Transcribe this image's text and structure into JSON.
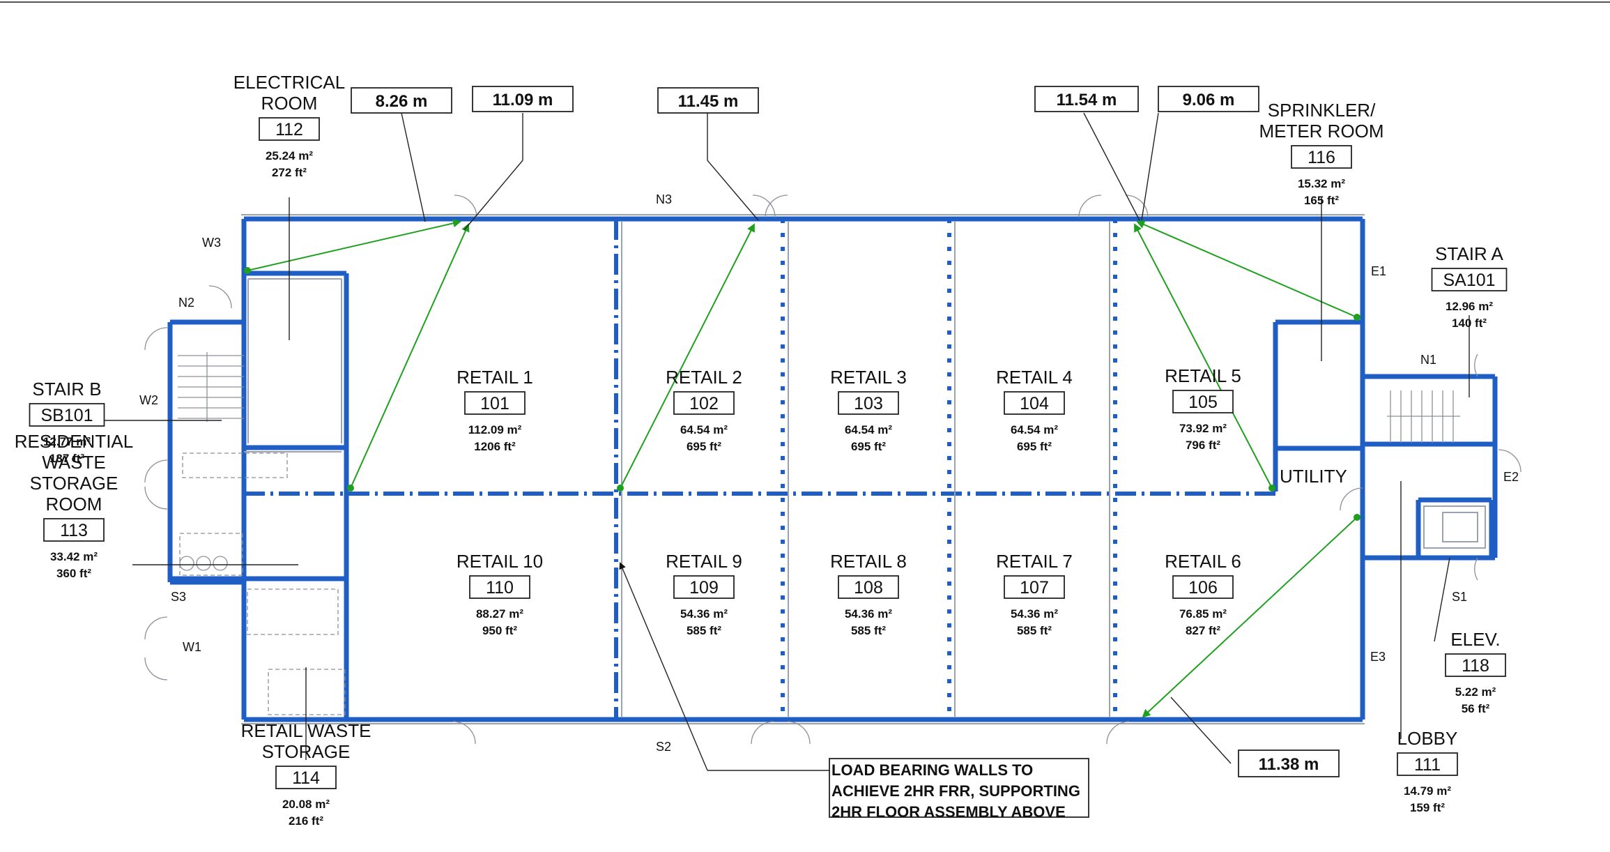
{
  "rooms": [
    {
      "name": "ELECTRICAL\nROOM",
      "number": "112",
      "area_m2": "25.24 m²",
      "area_ft2": "272 ft²"
    },
    {
      "name": "STAIR B",
      "number": "SB101",
      "area_m2": "12.77 m²",
      "area_ft2": "137 ft²"
    },
    {
      "name": "RESIDENTIAL\nWASTE\nSTORAGE\nROOM",
      "number": "113",
      "area_m2": "33.42 m²",
      "area_ft2": "360 ft²"
    },
    {
      "name": "RETAIL WASTE\nSTORAGE",
      "number": "114",
      "area_m2": "20.08 m²",
      "area_ft2": "216 ft²"
    },
    {
      "name": "RETAIL 1",
      "number": "101",
      "area_m2": "112.09 m²",
      "area_ft2": "1206 ft²"
    },
    {
      "name": "RETAIL 2",
      "number": "102",
      "area_m2": "64.54 m²",
      "area_ft2": "695 ft²"
    },
    {
      "name": "RETAIL 3",
      "number": "103",
      "area_m2": "64.54 m²",
      "area_ft2": "695 ft²"
    },
    {
      "name": "RETAIL 4",
      "number": "104",
      "area_m2": "64.54 m²",
      "area_ft2": "695 ft²"
    },
    {
      "name": "RETAIL 5",
      "number": "105",
      "area_m2": "73.92 m²",
      "area_ft2": "796 ft²"
    },
    {
      "name": "RETAIL 10",
      "number": "110",
      "area_m2": "88.27 m²",
      "area_ft2": "950 ft²"
    },
    {
      "name": "RETAIL 9",
      "number": "109",
      "area_m2": "54.36 m²",
      "area_ft2": "585 ft²"
    },
    {
      "name": "RETAIL 8",
      "number": "108",
      "area_m2": "54.36 m²",
      "area_ft2": "585 ft²"
    },
    {
      "name": "RETAIL 7",
      "number": "107",
      "area_m2": "54.36 m²",
      "area_ft2": "585 ft²"
    },
    {
      "name": "RETAIL 6",
      "number": "106",
      "area_m2": "76.85 m²",
      "area_ft2": "827 ft²"
    },
    {
      "name": "SPRINKLER/\nMETER ROOM",
      "number": "116",
      "area_m2": "15.32 m²",
      "area_ft2": "165 ft²"
    },
    {
      "name": "STAIR A",
      "number": "SA101",
      "area_m2": "12.96 m²",
      "area_ft2": "140 ft²"
    },
    {
      "name": "ELEV.",
      "number": "118",
      "area_m2": "5.22 m²",
      "area_ft2": "56 ft²"
    },
    {
      "name": "LOBBY",
      "number": "111",
      "area_m2": "14.79 m²",
      "area_ft2": "159 ft²"
    }
  ],
  "utility_label": "UTILITY",
  "dimensions": [
    "8.26 m",
    "11.09 m",
    "11.45 m",
    "11.54 m",
    "9.06 m",
    "11.38 m"
  ],
  "exit_tags": [
    "W3",
    "N2",
    "W2",
    "S3",
    "W1",
    "N3",
    "S2",
    "E1",
    "N1",
    "E2",
    "S1",
    "E3"
  ],
  "note": [
    "LOAD BEARING WALLS TO",
    "ACHIEVE 2HR FRR, SUPPORTING",
    "2HR FLOOR ASSEMBLY ABOVE"
  ],
  "colors": {
    "walls": "#1f5ec4",
    "travel_path": "#1ea01e",
    "text": "#111111"
  }
}
